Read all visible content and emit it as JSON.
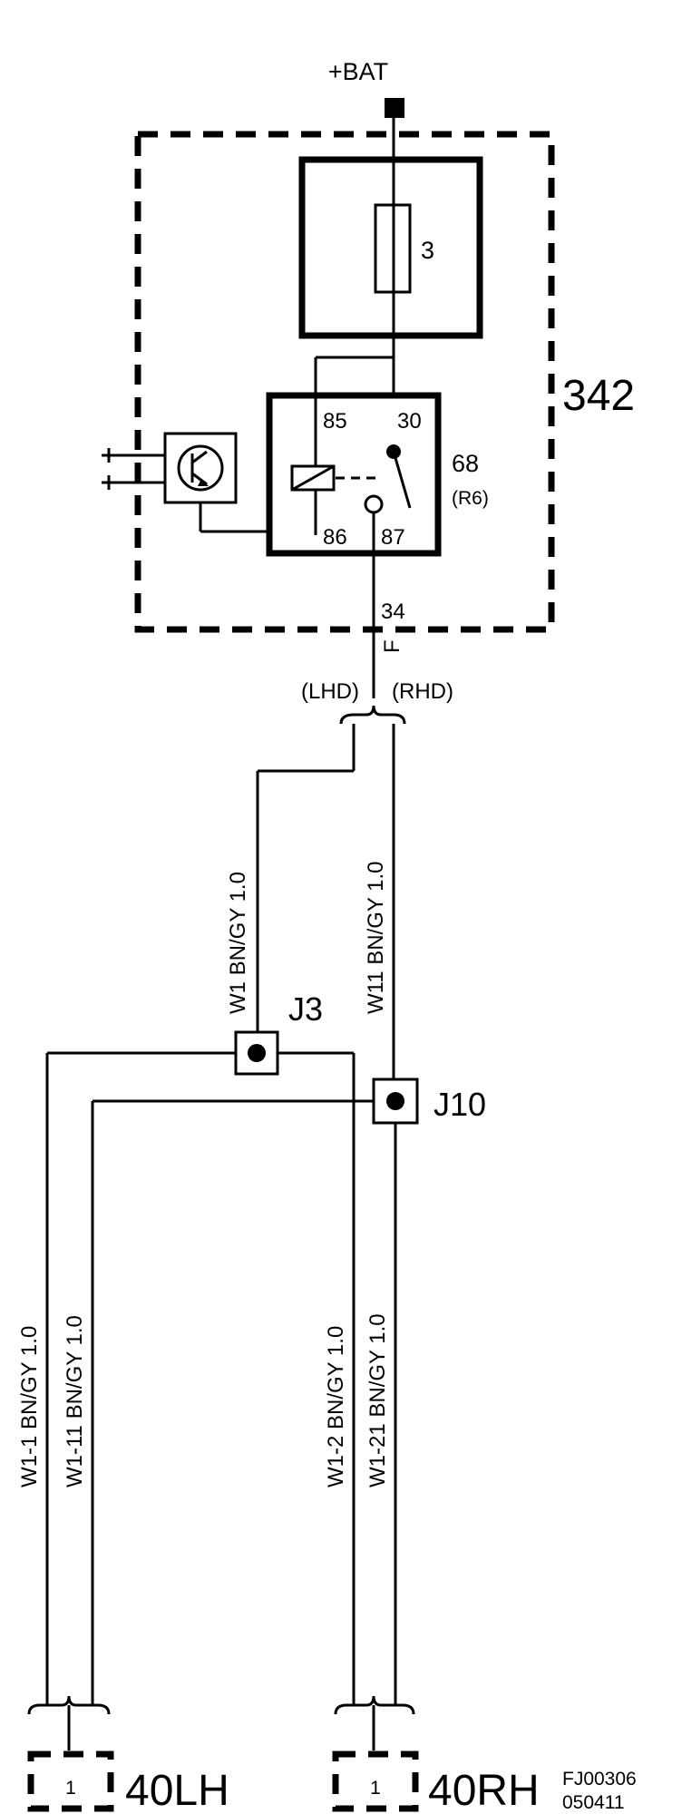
{
  "supply": {
    "label": "+BAT"
  },
  "unit": {
    "id": "342"
  },
  "fuse": {
    "number": "3"
  },
  "relay": {
    "id": "68",
    "sub": "(R6)",
    "pins": {
      "p85": "85",
      "p30": "30",
      "p86": "86",
      "p87": "87"
    }
  },
  "connector_out": {
    "pin": "34",
    "code": "F"
  },
  "variants": {
    "lhd": "(LHD)",
    "rhd": "(RHD)"
  },
  "wires": {
    "w1": "W1  BN/GY  1.0",
    "w11": "W11  BN/GY  1.0",
    "w1_1": "W1-1  BN/GY  1.0",
    "w1_11": "W1-11  BN/GY  1.0",
    "w1_2": "W1-2  BN/GY  1.0",
    "w1_21": "W1-21  BN/GY  1.0"
  },
  "junctions": {
    "j3": "J3",
    "j10": "J10"
  },
  "loads": {
    "left": {
      "id": "40LH",
      "pin": "1"
    },
    "right": {
      "id": "40RH",
      "pin": "1"
    }
  },
  "figure": {
    "code": "FJ00306",
    "date": "050411"
  }
}
